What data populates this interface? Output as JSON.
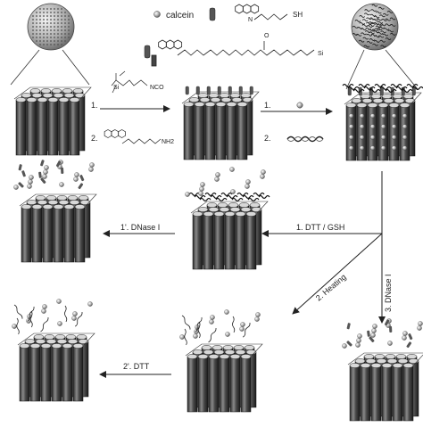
{
  "legend": {
    "calcein": "calcein"
  },
  "steps": {
    "step1_top": "1.",
    "step2_top": "2.",
    "step1_load": "1.",
    "step2_load": "2.",
    "dtt_gsh": "1. DTT / GSH",
    "dnase_prime": "1'. DNase I",
    "heating": "2. Heating",
    "dnase3": "3. DNase I",
    "dtt_prime": "2'. DTT"
  },
  "chem": {
    "nco": "NCO",
    "nh2": "NH2",
    "sh": "SH",
    "si": "Si",
    "h": "H",
    "n": "N",
    "o": "O"
  },
  "colors": {
    "cylinder": "#3b3b3b",
    "cylinder_light": "#9a9a9a",
    "sphere": "#b0b0b0",
    "stroke": "#1e1e1e"
  }
}
